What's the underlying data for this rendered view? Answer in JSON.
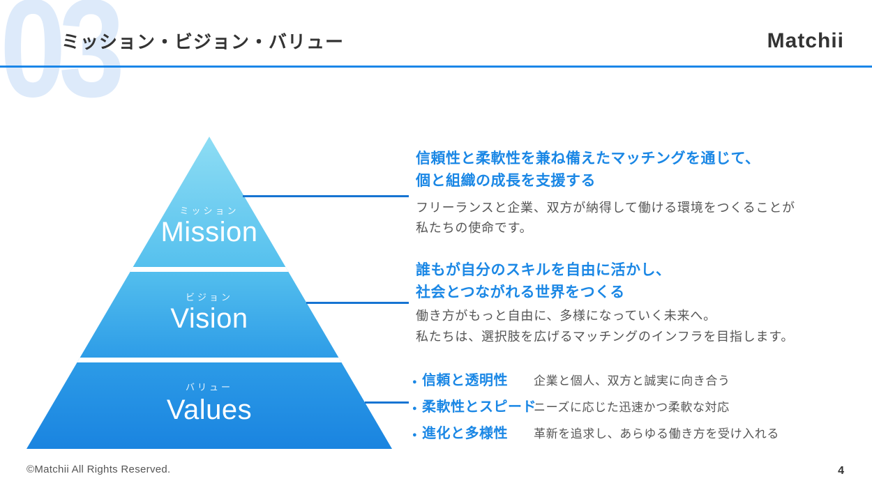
{
  "slide": {
    "watermark": "03",
    "title": "ミッション・ビジョン・バリュー",
    "logo": "Matchii",
    "footer": "©Matchii All Rights Reserved.",
    "page_number": "4"
  },
  "colors": {
    "accent_blue_text": "#1a87e5",
    "connector_line_blue": "#1674d2",
    "header_rule_blue": "#1a86e8",
    "pyramid_gradient_top": "#8eddf4",
    "pyramid_gradient_bottom": "#1a84e0",
    "watermark_blue": "#ddeafa",
    "heading_gray": "#333333",
    "body_gray": "#555555"
  },
  "pyramid": {
    "sections": [
      {
        "label_ja": "ミッション",
        "label_en": "Mission"
      },
      {
        "label_ja": "ビジョン",
        "label_en": "Vision"
      },
      {
        "label_ja": "バリュー",
        "label_en": "Values"
      }
    ]
  },
  "mission": {
    "headline_line1": "信頼性と柔軟性を兼ね備えたマッチングを通じて、",
    "headline_line2": "個と組織の成長を支援する",
    "body_line1": "フリーランスと企業、双方が納得して働ける環境をつくることが",
    "body_line2": "私たちの使命です。"
  },
  "vision": {
    "headline_line1": "誰もが自分のスキルを自由に活かし、",
    "headline_line2": "社会とつながれる世界をつくる",
    "body_line1": "働き方がもっと自由に、多様になっていく未来へ。",
    "body_line2": "私たちは、選択肢を広げるマッチングのインフラを目指します。"
  },
  "values": {
    "items": [
      {
        "term": "信頼と透明性",
        "desc": "企業と個人、双方と誠実に向き合う"
      },
      {
        "term": "柔軟性とスピード",
        "desc": "ニーズに応じた迅速かつ柔軟な対応"
      },
      {
        "term": "進化と多様性",
        "desc": "革新を追求し、あらゆる働き方を受け入れる"
      }
    ]
  }
}
